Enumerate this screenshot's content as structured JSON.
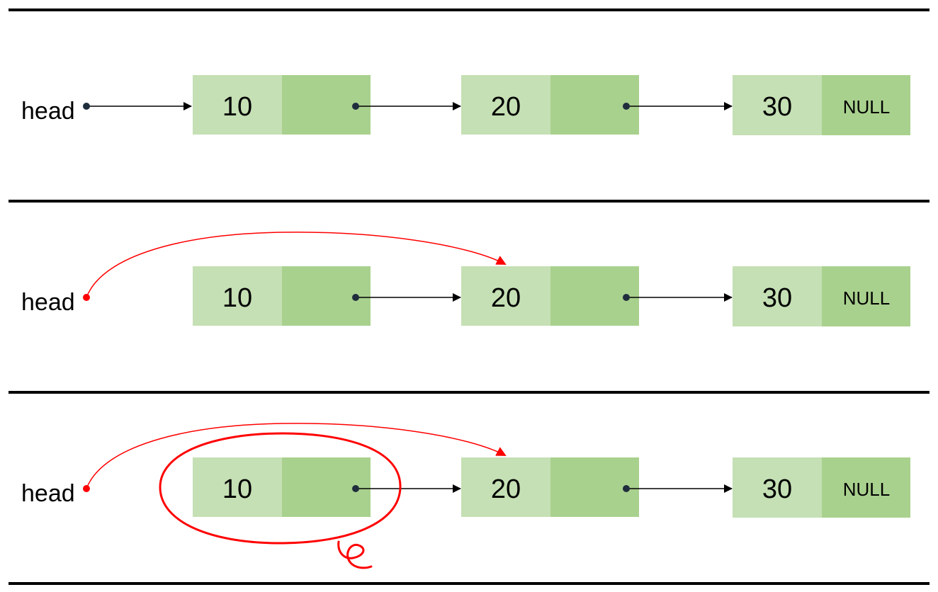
{
  "colors": {
    "data_cell": "#c5e0b4",
    "pointer_cell": "#a9d18e",
    "black_arrow": "#000000",
    "red_highlight": "#ff0000",
    "pointer_dot": "#1f2d3d"
  },
  "panels": [
    {
      "head_label": "head",
      "head_points_to": "node-10",
      "head_arrow_color": "black",
      "nodes": [
        {
          "value": "10",
          "next": "node-20"
        },
        {
          "value": "20",
          "next": "node-30"
        },
        {
          "value": "30",
          "next_label": "NULL"
        }
      ],
      "deleted_node_circled": false
    },
    {
      "head_label": "head",
      "head_points_to": "node-20",
      "head_arrow_color": "red",
      "nodes": [
        {
          "value": "10",
          "next": "node-20"
        },
        {
          "value": "20",
          "next": "node-30"
        },
        {
          "value": "30",
          "next_label": "NULL"
        }
      ],
      "deleted_node_circled": false
    },
    {
      "head_label": "head",
      "head_points_to": "node-20",
      "head_arrow_color": "red",
      "nodes": [
        {
          "value": "10",
          "next": "node-20"
        },
        {
          "value": "20",
          "next": "node-30"
        },
        {
          "value": "30",
          "next_label": "NULL"
        }
      ],
      "deleted_node_circled": true
    }
  ]
}
